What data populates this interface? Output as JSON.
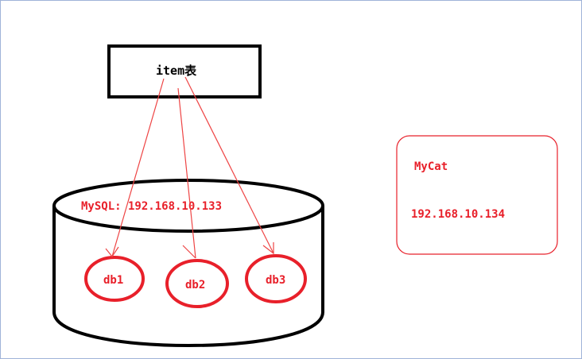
{
  "table": {
    "label": "item表"
  },
  "mysql": {
    "label": "MySQL: 192.168.10.133",
    "databases": [
      "db1",
      "db2",
      "db3"
    ]
  },
  "mycat": {
    "title": "MyCat",
    "ip": "192.168.10.134"
  },
  "colors": {
    "stroke": "#000000",
    "accent": "#e8202a",
    "arrow": "#ee4444"
  }
}
